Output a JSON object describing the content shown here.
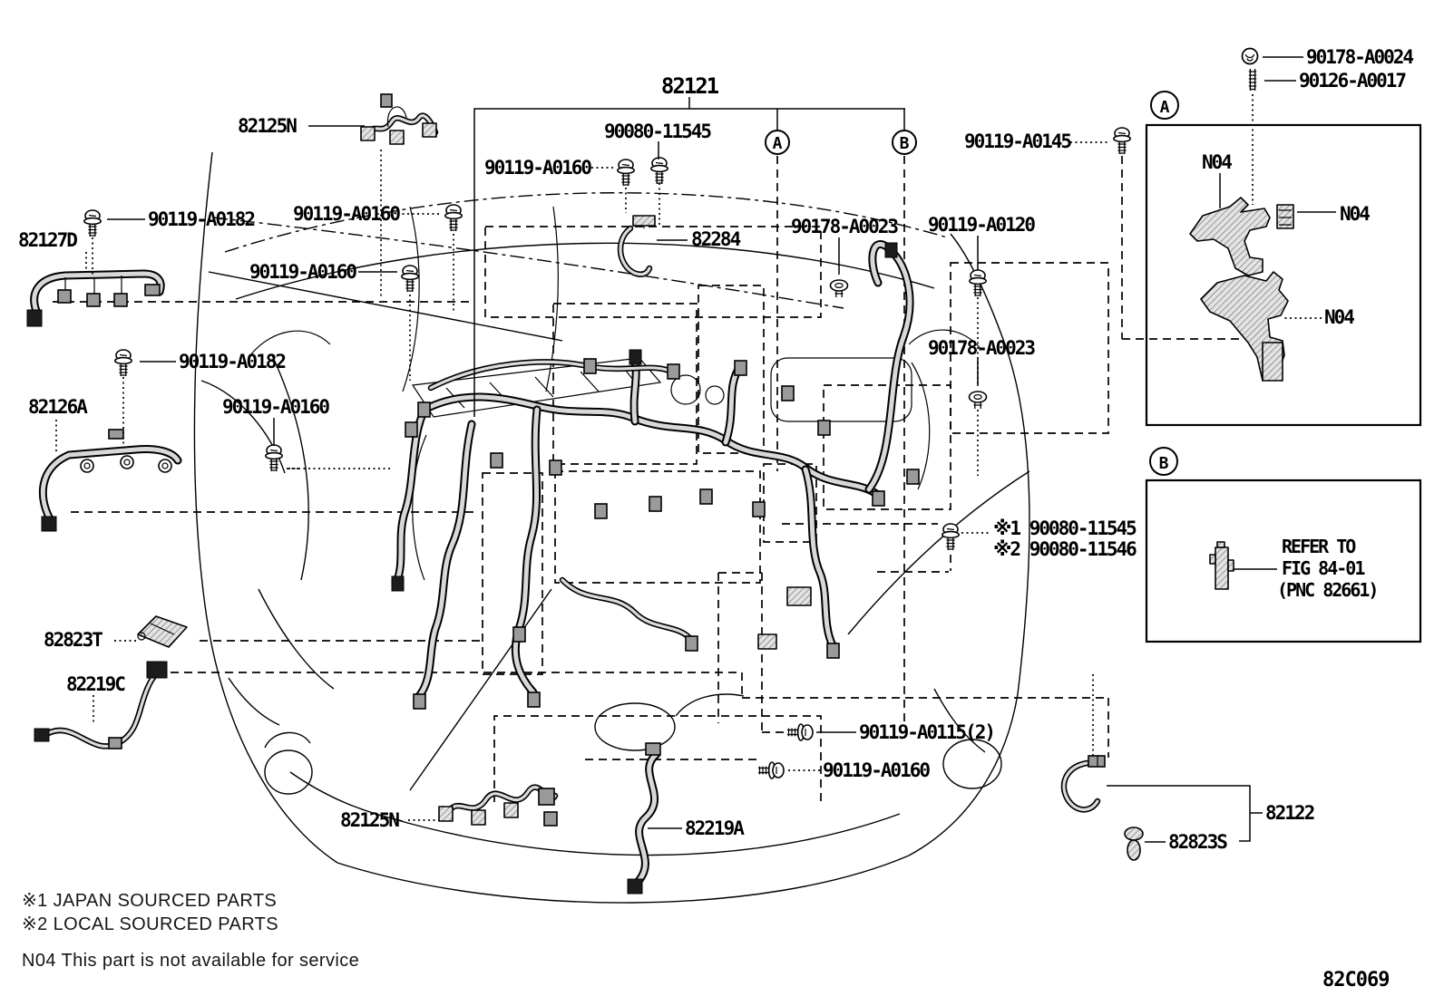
{
  "figure": {
    "drawing_code": "82C069",
    "title_part": "82121",
    "footnotes": {
      "note1": "※1 JAPAN SOURCED PARTS",
      "note2": "※2 LOCAL SOURCED PARTS",
      "service_note": "N04 This part is not available for service"
    }
  },
  "labels": {
    "l82121": "82121",
    "l90080_top": "90080-11545",
    "l90119a0160_1": "90119-A0160",
    "l82284": "82284",
    "l90178a0023_1": "90178-A0023",
    "l90119a0145": "90119-A0145",
    "l90119a0120": "90119-A0120",
    "l90178a0023_2": "90178-A0023",
    "l90119a0182_1": "90119-A0182",
    "l82127d": "82127D",
    "l90119a0160_2": "90119-A0160",
    "l90119a0160_3": "90119-A0160",
    "l90119a0182_2": "90119-A0182",
    "l82126a": "82126A",
    "l90119a0160_4": "90119-A0160",
    "l82823t": "82823T",
    "l82219c": "82219C",
    "l82125n_top": "82125N",
    "l82125n_bottom": "82125N",
    "l82219a": "82219A",
    "l90119a0115": "90119-A0115(2)",
    "l90119a0160_5": "90119-A0160",
    "lx1_90080_11545": "※1 90080-11545",
    "lx2_90080_11546": "※2 90080-11546",
    "l82122": "82122",
    "l82823s": "82823S",
    "l90178a0024": "90178-A0024",
    "l90126a0017": "90126-A0017",
    "ln04_1": "N04",
    "ln04_2": "N04",
    "ln04_3": "N04",
    "marker_a": "A",
    "marker_b": "B",
    "refer1": "REFER TO",
    "refer2": "FIG 84-01",
    "refer3": "(PNC 82661)",
    "note1": "※1 JAPAN SOURCED PARTS",
    "note2": "※2 LOCAL SOURCED PARTS",
    "note3": "N04 This part is not available for service",
    "code": "82C069"
  }
}
